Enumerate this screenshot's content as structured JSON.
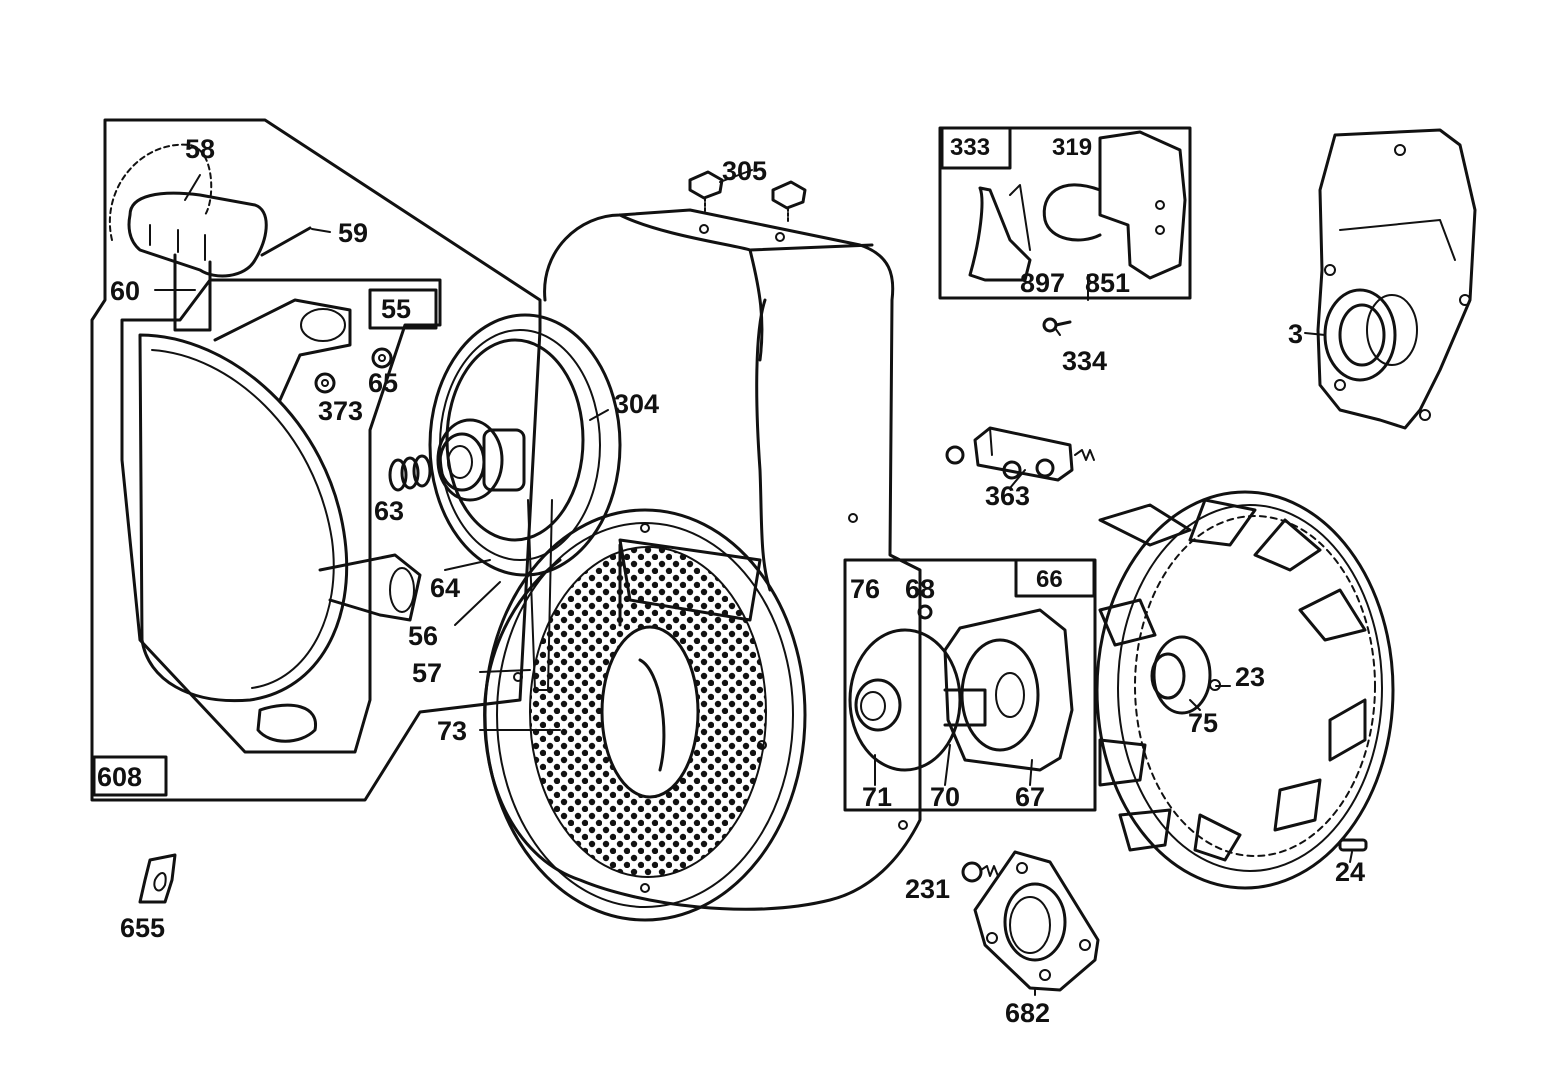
{
  "parts": {
    "p58": "58",
    "p59": "59",
    "p60": "60",
    "p55": "55",
    "p65": "65",
    "p373": "373",
    "p63": "63",
    "p64": "64",
    "p56": "56",
    "p57": "57",
    "p73": "73",
    "p608": "608",
    "p655": "655",
    "p304": "304",
    "p305": "305",
    "p333": "333",
    "p319": "319",
    "p897": "897",
    "p851": "851",
    "p334": "334",
    "p3": "3",
    "p363": "363",
    "p66": "66",
    "p76": "76",
    "p68": "68",
    "p71": "71",
    "p70": "70",
    "p67": "67",
    "p23": "23",
    "p75": "75",
    "p24": "24",
    "p231": "231",
    "p682": "682"
  },
  "colors": {
    "ink": "#111111",
    "paper": "#ffffff"
  }
}
